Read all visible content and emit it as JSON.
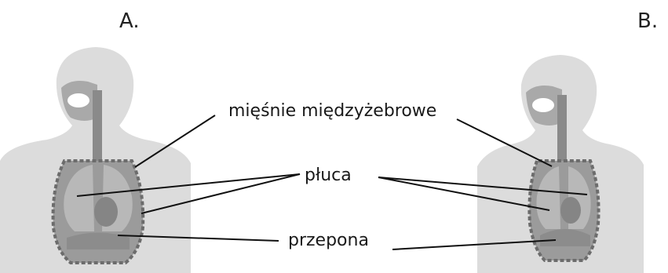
{
  "panels": [
    {
      "label": "A."
    },
    {
      "label": "B."
    }
  ],
  "terms": {
    "intercostal": "mięśnie międzyżebrowe",
    "lungs": "płuca",
    "diaphragm": "przepona"
  },
  "colors": {
    "silhouette": "#dcdcdc",
    "organ": "#a9a9a9",
    "organ_dark": "#7d7d7d",
    "line": "#111111"
  }
}
